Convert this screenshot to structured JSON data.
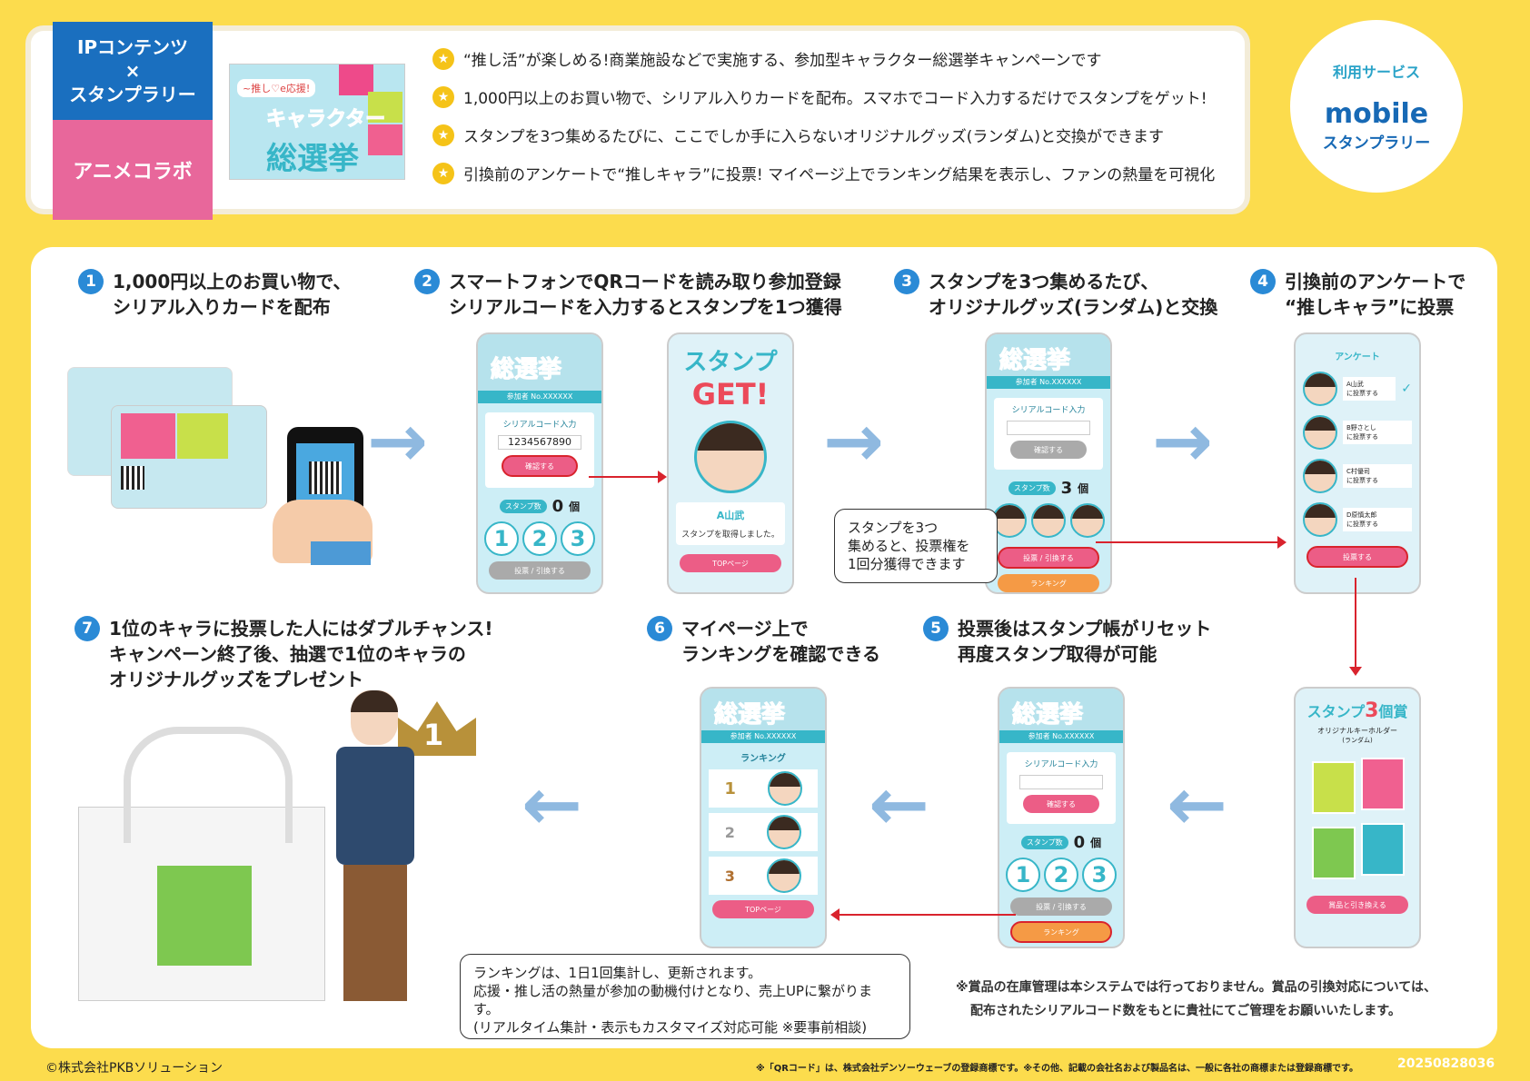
{
  "header": {
    "tag_top_line1": "IPコンテンツ",
    "tag_top_line2": "×",
    "tag_top_line3": "スタンプラリー",
    "tag_bottom": "アニメコラボ",
    "banner_sub": "~推し♡e応援!",
    "banner_line1": "キャラクター",
    "banner_line2": "総選挙",
    "bullets": [
      "“推し活”が楽しめる!商業施設などで実施する、参加型キャラクター総選挙キャンペーンです",
      "1,000円以上のお買い物で、シリアル入りカードを配布。スマホでコード入力するだけでスタンプをゲット!",
      "スタンプを3つ集めるたびに、ここでしか手に入らないオリジナルグッズ(ランダム)と交換ができます",
      "引換前のアンケートで“推しキャラ”に投票! マイページ上でランキング結果を表示し、ファンの熱量を可視化"
    ],
    "service_label": "利用サービス",
    "service_logo_main": "mobile",
    "service_logo_sub": "スタンプラリー"
  },
  "steps": [
    {
      "num": "1",
      "line1": "1,000円以上のお買い物で、",
      "line2": "シリアル入りカードを配布"
    },
    {
      "num": "2",
      "line1": "スマートフォンでQRコードを読み取り参加登録",
      "line2": "シリアルコードを入力するとスタンプを1つ獲得"
    },
    {
      "num": "3",
      "line1": "スタンプを3つ集めるたび、",
      "line2": "オリジナルグッズ(ランダム)と交換"
    },
    {
      "num": "4",
      "line1": "引換前のアンケートで",
      "line2": "“推しキャラ”に投票"
    },
    {
      "num": "5",
      "line1": "投票後はスタンプ帳がリセット",
      "line2": "再度スタンプ取得が可能"
    },
    {
      "num": "6",
      "line1": "マイページ上で",
      "line2": "ランキングを確認できる"
    },
    {
      "num": "7",
      "line1": "1位のキャラに投票した人にはダブルチャンス!",
      "line2": "キャンペーン終了後、抽選で1位のキャラの",
      "line3": "オリジナルグッズをプレゼント"
    }
  ],
  "phone": {
    "title": "総選挙",
    "participant": "参加者 No.XXXXXX",
    "serial_label": "シリアルコード入力",
    "serial_value": "1234567890",
    "confirm": "確認する",
    "stamp_label": "スタンプ数",
    "stamp_zero": "0",
    "stamp_three": "3",
    "count_unit": "個",
    "c1": "1",
    "c2": "2",
    "c3": "3",
    "exchange": "投票 / 引換する",
    "ranking": "ランキング",
    "top_page": "TOPページ",
    "get_line1": "スタンプ",
    "get_line2": "GET!",
    "get_name": "A山武",
    "get_msg": "スタンプを取得しました。",
    "survey": "アンケート",
    "vote_a": "A山武",
    "vote_b": "B野さとし",
    "vote_c": "C村優司",
    "vote_d": "D原慎太郎",
    "vote_to": "に投票する",
    "vote_btn": "投票する",
    "prize_title1": "スタンプ",
    "prize_title2": "3",
    "prize_title3": "個賞",
    "prize_item": "オリジナルキーホルダー",
    "prize_random": "(ランダム)",
    "prize_btn": "賞品と引き換える",
    "rank1": "1",
    "rank2": "2",
    "rank3": "3"
  },
  "crown_num": "1",
  "callout_stamp": [
    "スタンプを3つ",
    "集めると、投票権を",
    "1回分獲得できます"
  ],
  "callout_rank": [
    "ランキングは、1日1回集計し、更新されます。",
    "応援・推し活の熱量が参加の動機付けとなり、売上UPに繋がります。",
    "(リアルタイム集計・表示もカスタマイズ対応可能 ※要事前相談)"
  ],
  "note": [
    "※賞品の在庫管理は本システムでは行っておりません。賞品の引換対応については、",
    "配布されたシリアルコード数をもとに貴社にてご管理をお願いいたします。"
  ],
  "footer": {
    "copyright": "©株式会社PKBソリューション",
    "trademark": "※「QRコード」は、株式会社デンソーウェーブの登録商標です。※その他、記載の会社名および製品名は、一般に各社の商標または登録商標です。",
    "code": "20250828036"
  }
}
